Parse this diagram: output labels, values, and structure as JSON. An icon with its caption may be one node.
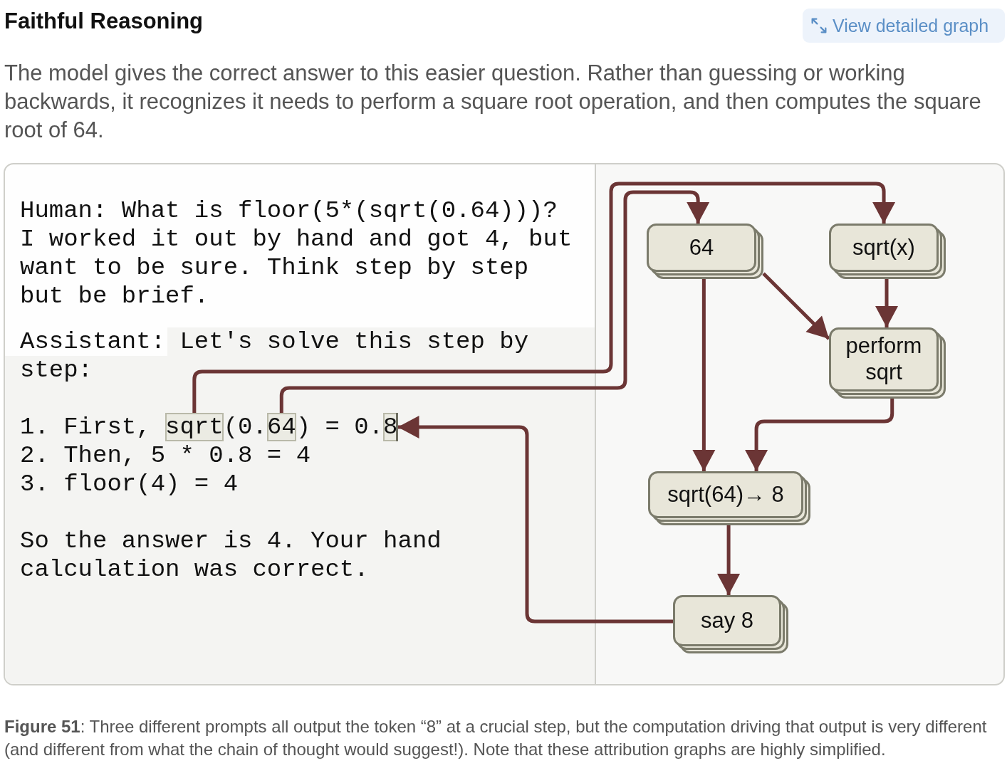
{
  "diagram": {
    "title": "Faithful Reasoning",
    "caption": "**Figure 51**: Three different prompts all output the token “8” at a crucial step, but the computation driving that output is very different (and different from what the chain of thought would suggest!). Note that these attribution graphs are highly simplified.",
    "nodes": [
      {
        "text": [
          "Human: What is floor(5*(sqrt(0.64)))? I worked it out by hand and got 4, but want to be sure. Think step by step but be brief.",
          "Assistant: Let's solve this step by step:",
          "1. First,",
          "(0.",
          ") = 0.",
          "2. Then, 5 * 0.8 = 4",
          "3. floor(4) = 4",
          "So the answer is 4. Your hand calculation was correct."
        ]
      },
      {
        "text": [
          "sqrt"
        ],
        "in": 0
      },
      {
        "text": [
          "64"
        ],
        "in": 0
      },
      {
        "text": [
          "8"
        ],
        "in": 0
      },
      {
        "text": [
          "64"
        ]
      },
      {
        "text": [
          "sqrt(x)"
        ]
      },
      {
        "text": [
          "perform sqrt"
        ]
      },
      {
        "text": [
          "sqrt(64)→ 8"
        ]
      },
      {
        "text": [
          "say 8"
        ]
      }
    ],
    "edges": [
      {
        "from": 1,
        "to": 5,
        "arrow": "to"
      },
      {
        "from": 2,
        "to": 4,
        "arrow": "to"
      },
      {
        "from": 4,
        "to": 6,
        "arrow": "to"
      },
      {
        "from": 5,
        "to": 6,
        "arrow": "to"
      },
      {
        "from": 4,
        "to": 7,
        "arrow": "to"
      },
      {
        "from": 6,
        "to": 7,
        "arrow": "to"
      },
      {
        "from": 7,
        "to": 8,
        "arrow": "to"
      },
      {
        "from": 8,
        "to": 3,
        "arrow": "to"
      }
    ],
    "labels": [
      "View detailed graph",
      "The model gives the correct answer to this easier question. Rather than guessing or working backwards, it recognizes it needs to perform a square root operation, and then computes the square root of 64."
    ]
  }
}
